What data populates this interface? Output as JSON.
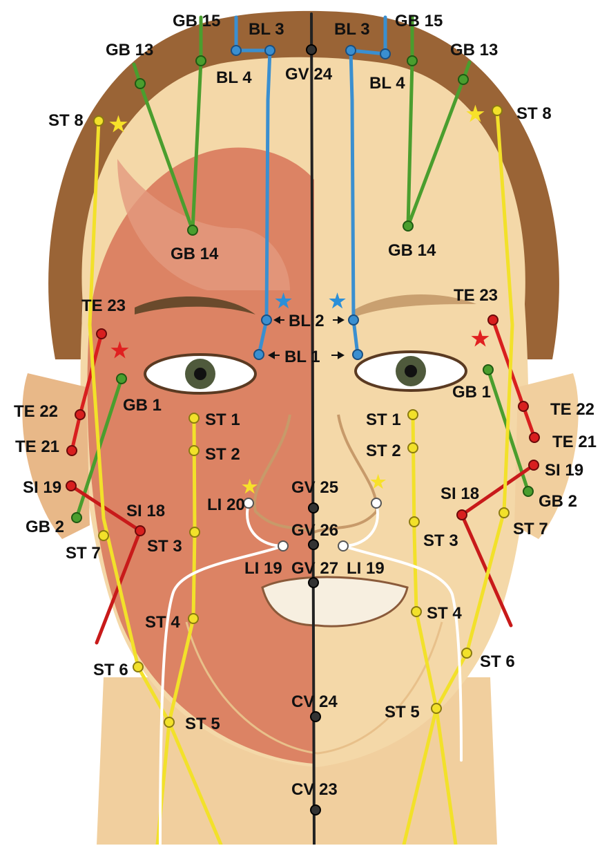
{
  "colors": {
    "bladder": "#3a8fd0",
    "gallbladder": "#4a9e2e",
    "stomach": "#f2e12a",
    "triple_energizer": "#d81f1f",
    "small_intestine": "#c81a1a",
    "governing": "#222222",
    "conception": "#222222",
    "large_intestine": "#ffffff",
    "marker_star_yellow": "#f7e12a",
    "marker_star_blue": "#2b8fd8",
    "marker_star_red": "#e02020"
  },
  "labels": {
    "gb15_l": "GB 15",
    "gb15_r": "GB 15",
    "bl3_l": "BL 3",
    "bl3_r": "BL 3",
    "bl4_l": "BL 4",
    "bl4_r": "BL 4",
    "gv24": "GV 24",
    "gb13_l": "GB 13",
    "gb13_r": "GB 13",
    "st8_l": "ST 8",
    "st8_r": "ST 8",
    "gb14_l": "GB 14",
    "gb14_r": "GB 14",
    "te23_l": "TE 23",
    "te23_r": "TE 23",
    "bl2": "BL 2",
    "bl1": "BL 1",
    "te22_l": "TE 22",
    "te22_r": "TE 22",
    "gb1_l": "GB 1",
    "gb1_r": "GB 1",
    "st1_l": "ST 1",
    "st1_r": "ST 1",
    "te21_l": "TE 21",
    "te21_r": "TE 21",
    "st2_l": "ST 2",
    "st2_r": "ST 2",
    "si19_l": "SI 19",
    "si19_r": "SI 19",
    "gv25": "GV 25",
    "li20": "LI 20",
    "si18_l": "SI 18",
    "si18_r": "SI 18",
    "gb2_l": "GB 2",
    "gb2_r": "GB 2",
    "gv26": "GV 26",
    "st7_l": "ST 7",
    "st7_r": "ST 7",
    "st3_l": "ST 3",
    "st3_r": "ST 3",
    "li19_l": "LI 19",
    "li19_r": "LI 19",
    "gv27": "GV 27",
    "st4_l": "ST 4",
    "st4_r": "ST 4",
    "st6_l": "ST 6",
    "st6_r": "ST 6",
    "cv24": "CV 24",
    "st5_l": "ST 5",
    "st5_r": "ST 5",
    "cv23": "CV 23"
  }
}
